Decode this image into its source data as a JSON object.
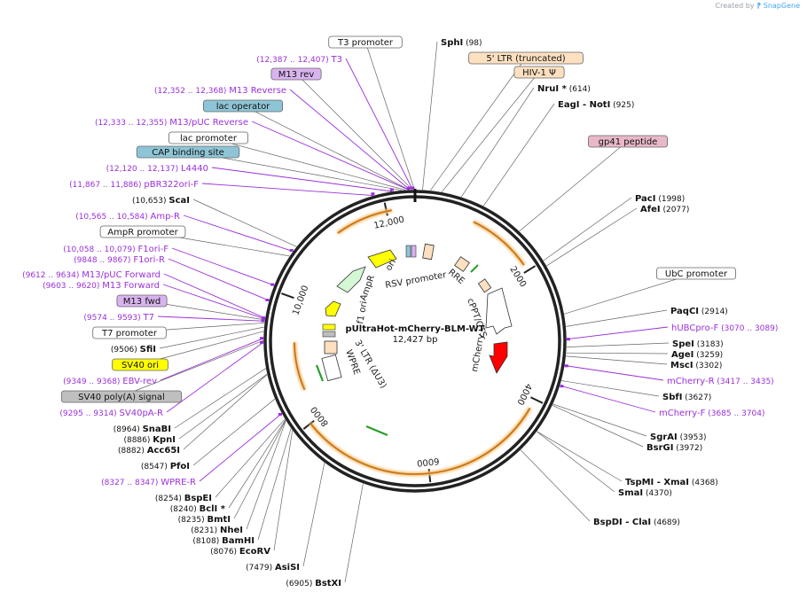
{
  "app": {
    "credit_prefix": "Created by",
    "credit_brand": "SnapGene"
  },
  "plasmid": {
    "name": "pUltraHot-mCherry-BLM-WT",
    "length": "12,427 bp",
    "length_bp": 12427
  },
  "colors": {
    "primer": "#9a30d9",
    "enzyme_line": "#555555",
    "promoter_fill": "#ffffff",
    "ltr_fill": "#fde0c0",
    "psi_fill": "#fde0c0",
    "gp41_fill": "#e8b8c8",
    "lac_fill": "#8ec5d6",
    "m13_fill": "#d9b3ef",
    "sv40ori_fill": "#ffff00",
    "polya_fill": "#bfbfbf",
    "orf_glow": "#f5c47a",
    "arrow_brown": "#c8741a"
  },
  "ticks": [
    {
      "label": "2000"
    },
    {
      "label": "4000"
    },
    {
      "label": "6000"
    },
    {
      "label": "8000"
    },
    {
      "label": "10,000"
    },
    {
      "label": "12,000"
    }
  ],
  "labels": [
    {
      "id": "t3-promoter",
      "kind": "box",
      "name": "T3 promoter",
      "fill": "promoter_fill"
    },
    {
      "id": "sphi",
      "kind": "enzyme",
      "name": "SphI",
      "pos": "(98)"
    },
    {
      "id": "ltr5",
      "kind": "box",
      "name": "5' LTR (truncated)",
      "fill": "ltr_fill"
    },
    {
      "id": "hiv-psi",
      "kind": "box",
      "name": "HIV-1 Ψ",
      "fill": "psi_fill"
    },
    {
      "id": "nrui",
      "kind": "enzyme",
      "name": "NruI *",
      "pos": "(614)"
    },
    {
      "id": "eagi",
      "kind": "enzyme",
      "name": "EagI  - NotI",
      "pos": "(925)"
    },
    {
      "id": "t3",
      "kind": "primer",
      "name": "T3",
      "pos": "(12,387 .. 12,407)"
    },
    {
      "id": "m13rev",
      "kind": "box",
      "name": "M13 rev",
      "fill": "m13_fill"
    },
    {
      "id": "m13reverse",
      "kind": "primer",
      "name": "M13 Reverse",
      "pos": "(12,352 .. 12,368)"
    },
    {
      "id": "lac-operator",
      "kind": "box",
      "name": "lac operator",
      "fill": "lac_fill"
    },
    {
      "id": "m13puc-reverse",
      "kind": "primer",
      "name": "M13/pUC Reverse",
      "pos": "(12,333 .. 12,355)"
    },
    {
      "id": "lac-promoter",
      "kind": "box",
      "name": "lac promoter",
      "fill": "promoter_fill"
    },
    {
      "id": "cap",
      "kind": "box",
      "name": "CAP binding site",
      "fill": "lac_fill"
    },
    {
      "id": "l4440",
      "kind": "primer",
      "name": "L4440",
      "pos": "(12,120 .. 12,137)"
    },
    {
      "id": "pbr322",
      "kind": "primer",
      "name": "pBR322ori-F",
      "pos": "(11,867 .. 11,886)"
    },
    {
      "id": "gp41",
      "kind": "box",
      "name": "gp41 peptide",
      "fill": "gp41_fill"
    },
    {
      "id": "scai",
      "kind": "enzyme",
      "name": "ScaI",
      "pos": "(10,653)"
    },
    {
      "id": "ampr-primer",
      "kind": "primer",
      "name": "Amp-R",
      "pos": "(10,565 .. 10,584)"
    },
    {
      "id": "ampr-promoter",
      "kind": "box",
      "name": "AmpR promoter",
      "fill": "promoter_fill"
    },
    {
      "id": "f1ori-f",
      "kind": "primer",
      "name": "F1ori-F",
      "pos": "(10,058 .. 10,079)"
    },
    {
      "id": "f1ori-r",
      "kind": "primer",
      "name": "F1ori-R",
      "pos": "(9848 .. 9867)"
    },
    {
      "id": "m13puc-fwd",
      "kind": "primer",
      "name": "M13/pUC Forward",
      "pos": "(9612 .. 9634)"
    },
    {
      "id": "m13forward",
      "kind": "primer",
      "name": "M13 Forward",
      "pos": "(9603 .. 9620)"
    },
    {
      "id": "m13fwd",
      "kind": "box",
      "name": "M13 fwd",
      "fill": "m13_fill"
    },
    {
      "id": "t7",
      "kind": "primer",
      "name": "T7",
      "pos": "(9574 .. 9593)"
    },
    {
      "id": "t7-promoter",
      "kind": "box",
      "name": "T7 promoter",
      "fill": "promoter_fill"
    },
    {
      "id": "sfii",
      "kind": "enzyme",
      "name": "SfiI",
      "pos": "(9506)"
    },
    {
      "id": "sv40ori",
      "kind": "box",
      "name": "SV40 ori",
      "fill": "sv40ori_fill"
    },
    {
      "id": "ebv-rev",
      "kind": "primer",
      "name": "EBV-rev",
      "pos": "(9349 .. 9368)"
    },
    {
      "id": "sv40polya",
      "kind": "box",
      "name": "SV40 poly(A) signal",
      "fill": "polya_fill"
    },
    {
      "id": "sv40pa-r",
      "kind": "primer",
      "name": "SV40pA-R",
      "pos": "(9295 .. 9314)"
    },
    {
      "id": "snabi",
      "kind": "enzyme",
      "name": "SnaBI",
      "pos": "(8964)"
    },
    {
      "id": "kpni",
      "kind": "enzyme",
      "name": "KpnI",
      "pos": "(8886)"
    },
    {
      "id": "acc65i",
      "kind": "enzyme",
      "name": "Acc65I",
      "pos": "(8882)"
    },
    {
      "id": "pfoi",
      "kind": "enzyme",
      "name": "PfoI",
      "pos": "(8547)"
    },
    {
      "id": "wpre-r",
      "kind": "primer",
      "name": "WPRE-R",
      "pos": "(8327 .. 8347)"
    },
    {
      "id": "bspei",
      "kind": "enzyme",
      "name": "BspEI",
      "pos": "(8254)"
    },
    {
      "id": "bcli",
      "kind": "enzyme",
      "name": "BclI *",
      "pos": "(8240)"
    },
    {
      "id": "bmti",
      "kind": "enzyme",
      "name": "BmtI",
      "pos": "(8235)"
    },
    {
      "id": "nhei",
      "kind": "enzyme",
      "name": "NheI",
      "pos": "(8231)"
    },
    {
      "id": "bamhi",
      "kind": "enzyme",
      "name": "BamHI",
      "pos": "(8108)"
    },
    {
      "id": "ecorv",
      "kind": "enzyme",
      "name": "EcoRV",
      "pos": "(8076)"
    },
    {
      "id": "asisi",
      "kind": "enzyme",
      "name": "AsiSI",
      "pos": "(7479)"
    },
    {
      "id": "bstxi",
      "kind": "enzyme",
      "name": "BstXI",
      "pos": "(6905)"
    },
    {
      "id": "paci",
      "kind": "enzyme",
      "name": "PacI",
      "pos": "(1998)"
    },
    {
      "id": "afei",
      "kind": "enzyme",
      "name": "AfeI",
      "pos": "(2077)"
    },
    {
      "id": "ubc-promoter",
      "kind": "box",
      "name": "UbC promoter",
      "fill": "promoter_fill"
    },
    {
      "id": "paqci",
      "kind": "enzyme",
      "name": "PaqCI",
      "pos": "(2914)"
    },
    {
      "id": "hubcpro-f",
      "kind": "primer",
      "name": "hUBCpro-F",
      "pos": "(3070 .. 3089)"
    },
    {
      "id": "spei",
      "kind": "enzyme",
      "name": "SpeI",
      "pos": "(3183)"
    },
    {
      "id": "agei",
      "kind": "enzyme",
      "name": "AgeI",
      "pos": "(3259)"
    },
    {
      "id": "msci",
      "kind": "enzyme",
      "name": "MscI",
      "pos": "(3302)"
    },
    {
      "id": "mcherry-r",
      "kind": "primer",
      "name": "mCherry-R",
      "pos": "(3417 .. 3435)"
    },
    {
      "id": "sbfi",
      "kind": "enzyme",
      "name": "SbfI",
      "pos": "(3627)"
    },
    {
      "id": "mcherry-f",
      "kind": "primer",
      "name": "mCherry-F",
      "pos": "(3685 .. 3704)"
    },
    {
      "id": "sgrai",
      "kind": "enzyme",
      "name": "SgrAI",
      "pos": "(3953)"
    },
    {
      "id": "bsrgi",
      "kind": "enzyme",
      "name": "BsrGI",
      "pos": "(3972)"
    },
    {
      "id": "tspmi",
      "kind": "enzyme",
      "name": "TspMI  - XmaI",
      "pos": "(4368)"
    },
    {
      "id": "smai",
      "kind": "enzyme",
      "name": "SmaI",
      "pos": "(4370)"
    },
    {
      "id": "bspdi",
      "kind": "enzyme",
      "name": "BspDI  - ClaI",
      "pos": "(4689)"
    }
  ],
  "features": [
    {
      "id": "ori",
      "name": "ori"
    },
    {
      "id": "ampr",
      "name": "AmpR"
    },
    {
      "id": "f1ori",
      "name": "f1 ori"
    },
    {
      "id": "rsv",
      "name": "RSV promoter"
    },
    {
      "id": "rre",
      "name": "RRE"
    },
    {
      "id": "cppt",
      "name": "cPPT/CTS"
    },
    {
      "id": "mcherry",
      "name": "mCherry"
    },
    {
      "id": "ltr3",
      "name": "3' LTR (ΔU3)"
    },
    {
      "id": "wpre",
      "name": "WPRE"
    }
  ]
}
